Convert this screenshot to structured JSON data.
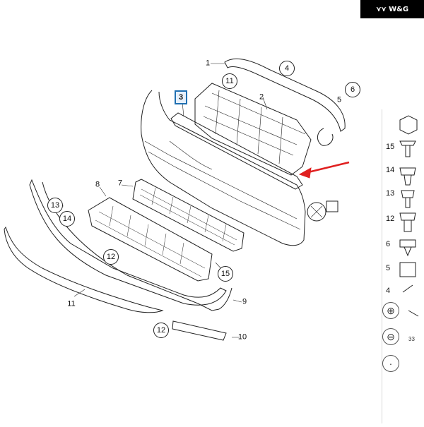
{
  "badge": {
    "text": "W&G",
    "logo": "wing-logo"
  },
  "callouts": [
    {
      "text": "1",
      "style": "plain"
    },
    {
      "text": "4",
      "style": "circle"
    },
    {
      "text": "11",
      "style": "circle"
    },
    {
      "text": "2",
      "style": "plain"
    },
    {
      "text": "5",
      "style": "plain"
    },
    {
      "text": "6",
      "style": "circle"
    },
    {
      "text": "3",
      "style": "boxed"
    },
    {
      "text": "8",
      "style": "plain"
    },
    {
      "text": "7",
      "style": "plain"
    },
    {
      "text": "13",
      "style": "circle"
    },
    {
      "text": "14",
      "style": "circle"
    },
    {
      "text": "12",
      "style": "circle"
    },
    {
      "text": "15",
      "style": "circle"
    },
    {
      "text": "9",
      "style": "plain"
    },
    {
      "text": "11",
      "style": "plain"
    },
    {
      "text": "12",
      "style": "circle"
    },
    {
      "text": "10",
      "style": "plain"
    }
  ],
  "side_panel": {
    "labels": [
      "15",
      "14",
      "13",
      "12",
      "6",
      "5",
      "4"
    ],
    "zoom_in_icon": "zoom-in-icon",
    "zoom_out_icon": "zoom-out-icon",
    "reset_icon": "reset-view-icon",
    "page_number": "33"
  },
  "colors": {
    "arrow": "#e02020",
    "highlight": "#1f6fb2",
    "badge_bg": "#000000"
  }
}
